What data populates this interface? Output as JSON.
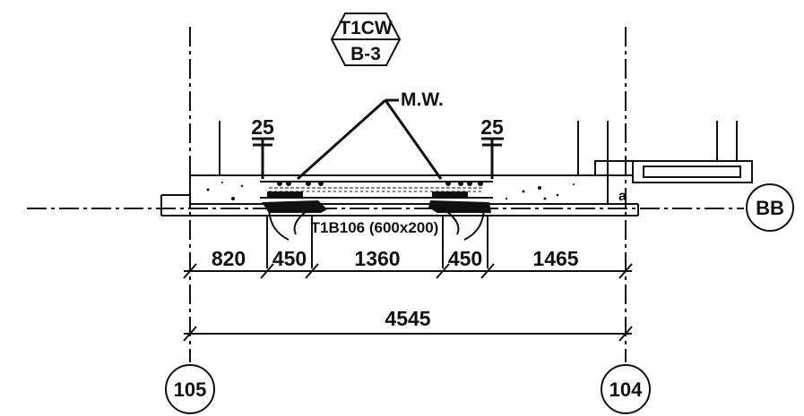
{
  "section_tag": {
    "line1": "T1CW",
    "line2": "B-3"
  },
  "mw_label": "M.W.",
  "bar_marks": {
    "left": "25",
    "right": "25"
  },
  "small_mark": "a",
  "beam_label": "T1B106 (600x200)",
  "grid_labels": {
    "left": "105",
    "right": "104",
    "row": "BB"
  },
  "dimensions": {
    "segments": [
      "820",
      "450",
      "1360",
      "450",
      "1465"
    ],
    "overall": "4545"
  }
}
